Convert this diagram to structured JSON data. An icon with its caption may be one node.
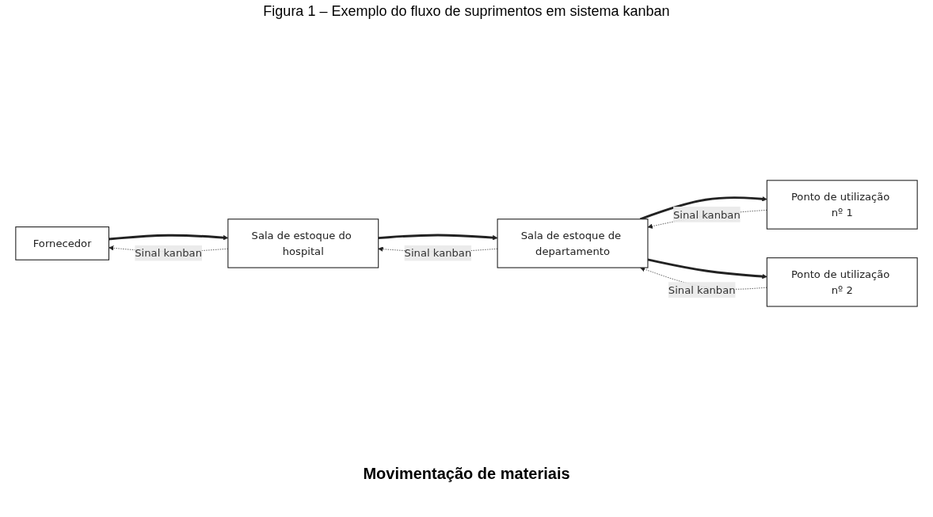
{
  "diagram": {
    "title": "Figura 1 – Exemplo do fluxo de suprimentos em sistema kanban",
    "nodes": [
      {
        "text": [
          "Fornecedor"
        ]
      },
      {
        "text": [
          "Sala de estoque do hospital"
        ]
      },
      {
        "text": [
          "Sala de estoque de departamento"
        ]
      },
      {
        "text": [
          "Ponto de utilização nº 1"
        ]
      },
      {
        "text": [
          "Ponto de utilização nº 2"
        ]
      }
    ],
    "edges": [
      {
        "from": 0,
        "to": 1,
        "arrow": "to",
        "style": "thick"
      },
      {
        "from": 1,
        "to": 2,
        "arrow": "to",
        "style": "thick"
      },
      {
        "from": 2,
        "to": 3,
        "arrow": "to",
        "style": "thick"
      },
      {
        "from": 2,
        "to": 4,
        "arrow": "to",
        "style": "thick"
      },
      {
        "from": 1,
        "to": 0,
        "arrow": "to",
        "style": "dashed",
        "label": "Sinal kanban"
      },
      {
        "from": 2,
        "to": 1,
        "arrow": "to",
        "style": "dashed",
        "label": "Sinal kanban"
      },
      {
        "from": 3,
        "to": 2,
        "arrow": "to",
        "style": "dashed",
        "label": "Sinal kanban"
      },
      {
        "from": 4,
        "to": 2,
        "arrow": "to",
        "style": "dashed",
        "label": "Sinal kanban"
      }
    ],
    "labels": [
      "Movimentação de materiais"
    ]
  }
}
